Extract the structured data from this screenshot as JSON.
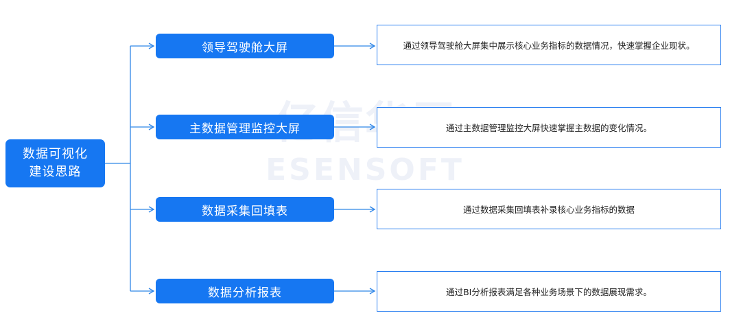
{
  "watermark": {
    "cn": "亿信华辰",
    "en": "ESENSOFT"
  },
  "root": {
    "label": "数据可视化建设思路"
  },
  "branches": [
    {
      "label": "领导驾驶舱大屏",
      "description": "通过领导驾驶舱大屏集中展示核心业务指标的数据情况，快速掌握企业现状。"
    },
    {
      "label": "主数据管理监控大屏",
      "description": "通过主数据管理监控大屏快速掌握主数据的变化情况。"
    },
    {
      "label": "数据采集回填表",
      "description": "通过数据采集回填表补录核心业务指标的数据"
    },
    {
      "label": "数据分析报表",
      "description": "通过BI分析报表满足各种业务场景下的数据展现需求。"
    }
  ],
  "colors": {
    "accent": "#1677f2",
    "border": "#2a7ff0",
    "line": "#2f86e8"
  }
}
